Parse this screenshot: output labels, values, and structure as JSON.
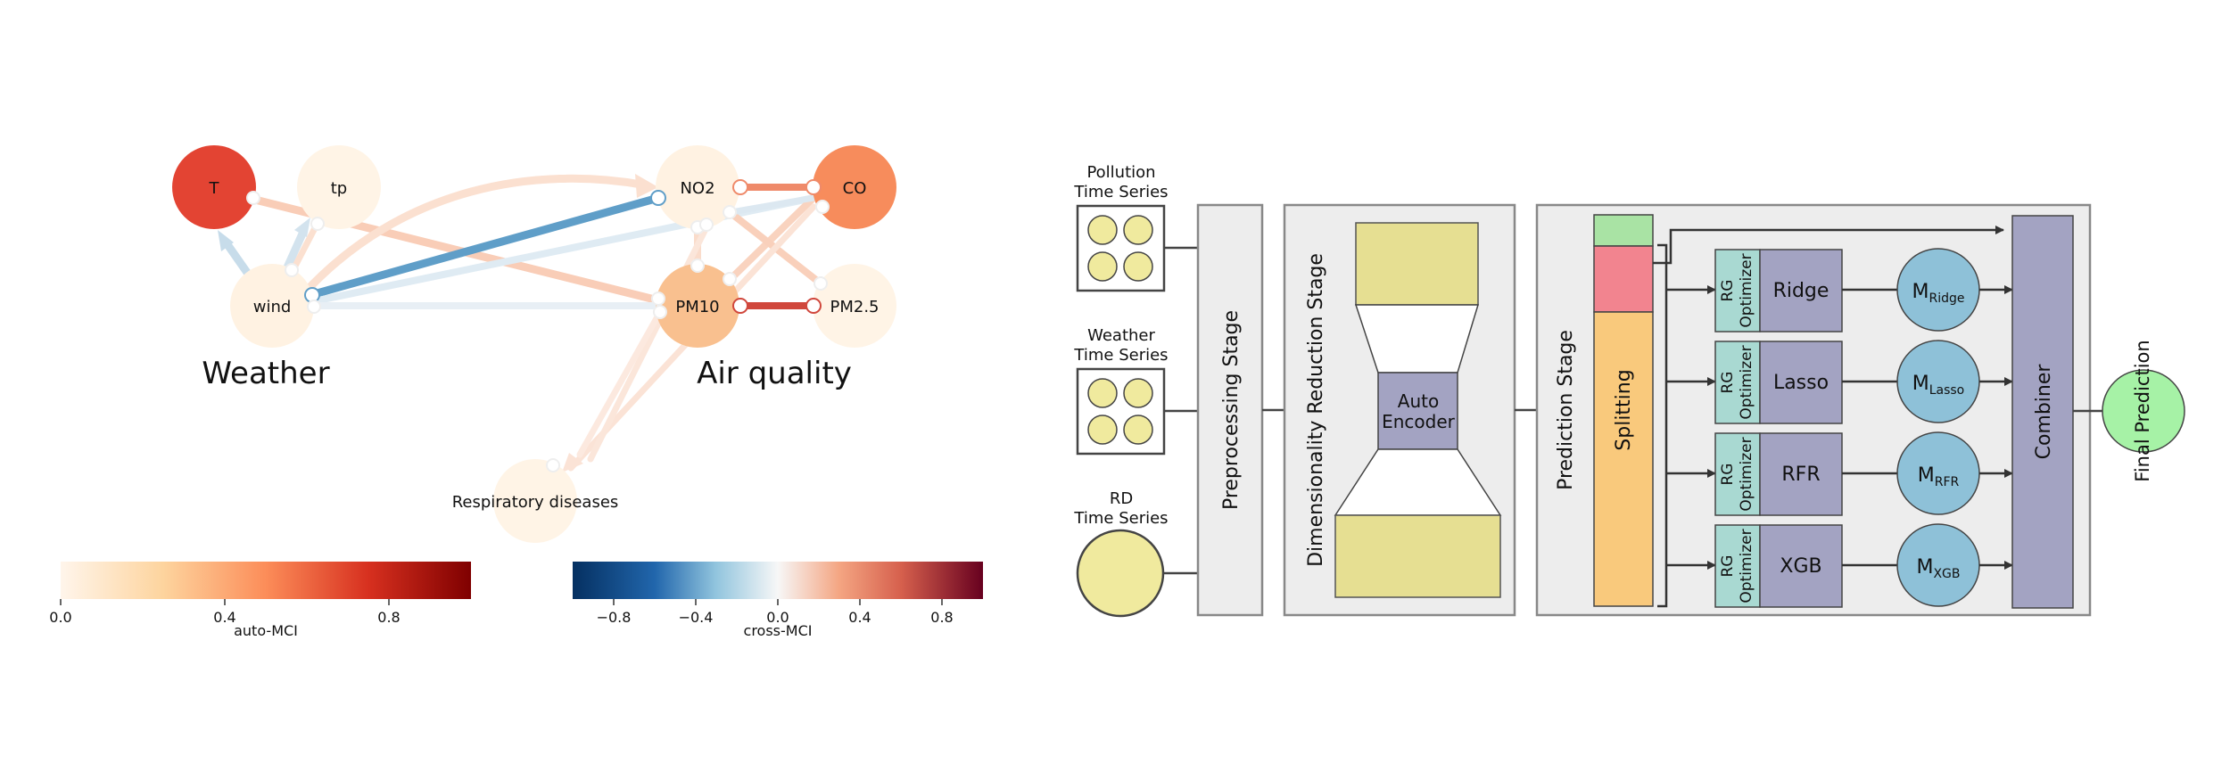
{
  "causal_graph": {
    "nodes": {
      "T": "T",
      "tp": "tp",
      "wind": "wind",
      "NO2": "NO2",
      "CO": "CO",
      "PM10": "PM10",
      "PM25": "PM2.5",
      "resp": "Respiratory diseases"
    },
    "group_labels": {
      "weather": "Weather",
      "air_quality": "Air quality"
    },
    "colorbar_auto": {
      "label": "auto-MCI",
      "ticks": [
        "0.0",
        "0.4",
        "0.8"
      ]
    },
    "colorbar_cross": {
      "label": "cross-MCI",
      "ticks": [
        "−0.8",
        "−0.4",
        "0.0",
        "0.4",
        "0.8"
      ]
    }
  },
  "pipeline": {
    "inputs": {
      "pollution": [
        "Pollution",
        "Time Series"
      ],
      "weather": [
        "Weather",
        "Time Series"
      ],
      "rd": [
        "RD",
        "Time Series"
      ]
    },
    "stages": {
      "preprocessing": "Preprocessing Stage",
      "dimensionality": "Dimensionality Reduction Stage",
      "prediction": "Prediction Stage"
    },
    "autoencoder": [
      "Auto",
      "Encoder"
    ],
    "splitting": "Splitting",
    "optimizer": [
      "RG",
      "Optimizer"
    ],
    "models": [
      {
        "name": "Ridge",
        "m": "M",
        "sub": "Ridge"
      },
      {
        "name": "Lasso",
        "m": "M",
        "sub": "Lasso"
      },
      {
        "name": "RFR",
        "m": "M",
        "sub": "RFR"
      },
      {
        "name": "XGB",
        "m": "M",
        "sub": "XGB"
      }
    ],
    "combiner": "Combiner",
    "final": "Final Prediction"
  },
  "colors": {
    "T": "#e34433",
    "tp": "#fff4e6",
    "wind": "#fff2e2",
    "NO2": "#fff2e2",
    "CO": "#f78c5c",
    "PM10": "#f9c08f",
    "PM25": "#fff4e6",
    "resp": "#fff4e6",
    "stage_fill": "#ededed",
    "yellow": "#f0ea9e",
    "ae_block": "#e6df92",
    "purple": "#a3a3c2",
    "teal": "#a9d9d2",
    "blue_circle": "#8ec1d8",
    "green": "#a9e3a4",
    "pink": "#f2848f",
    "orange": "#f9c97c",
    "final": "#a6f2a6"
  }
}
